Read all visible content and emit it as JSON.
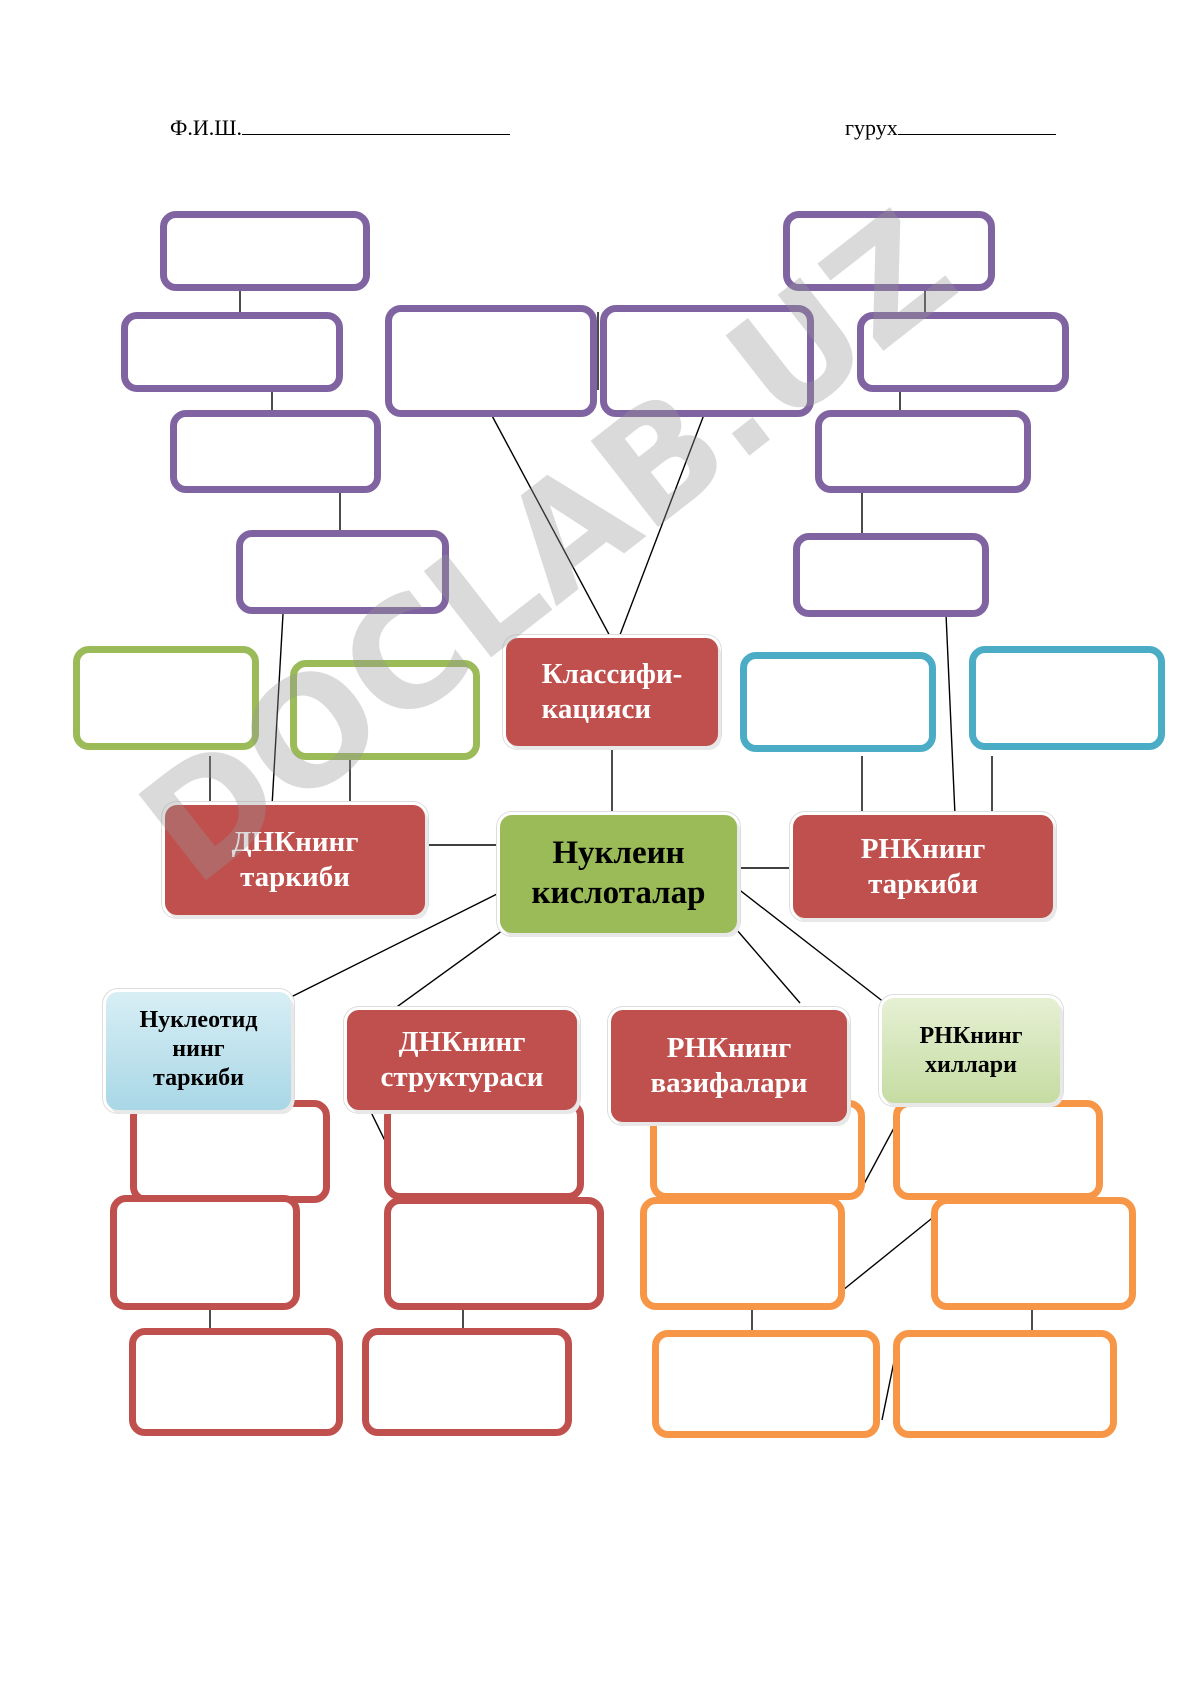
{
  "header": {
    "name_label": "Ф.И.Ш.",
    "group_label": "гурух"
  },
  "nodes": {
    "center": "Нуклеин\nкислоталар",
    "classification": "Классифи-\nкацияси",
    "dna_composition": "ДНКнинг\nтаркиби",
    "rna_composition": "РНКнинг\nтаркиби",
    "nucleotide_composition": "Нуклеотид\nнинг\nтаркиби",
    "dna_structure": "ДНКнинг\nструктураси",
    "rna_functions": "РНКнинг\nвазифалари",
    "rna_types": "РНКнинг\nхиллари"
  },
  "watermark": "DOCLAB.UZ",
  "colors": {
    "purple": "#8064a2",
    "green": "#9bbb59",
    "blue": "#4bacc6",
    "orange": "#f79646",
    "red": "#c0504d"
  }
}
